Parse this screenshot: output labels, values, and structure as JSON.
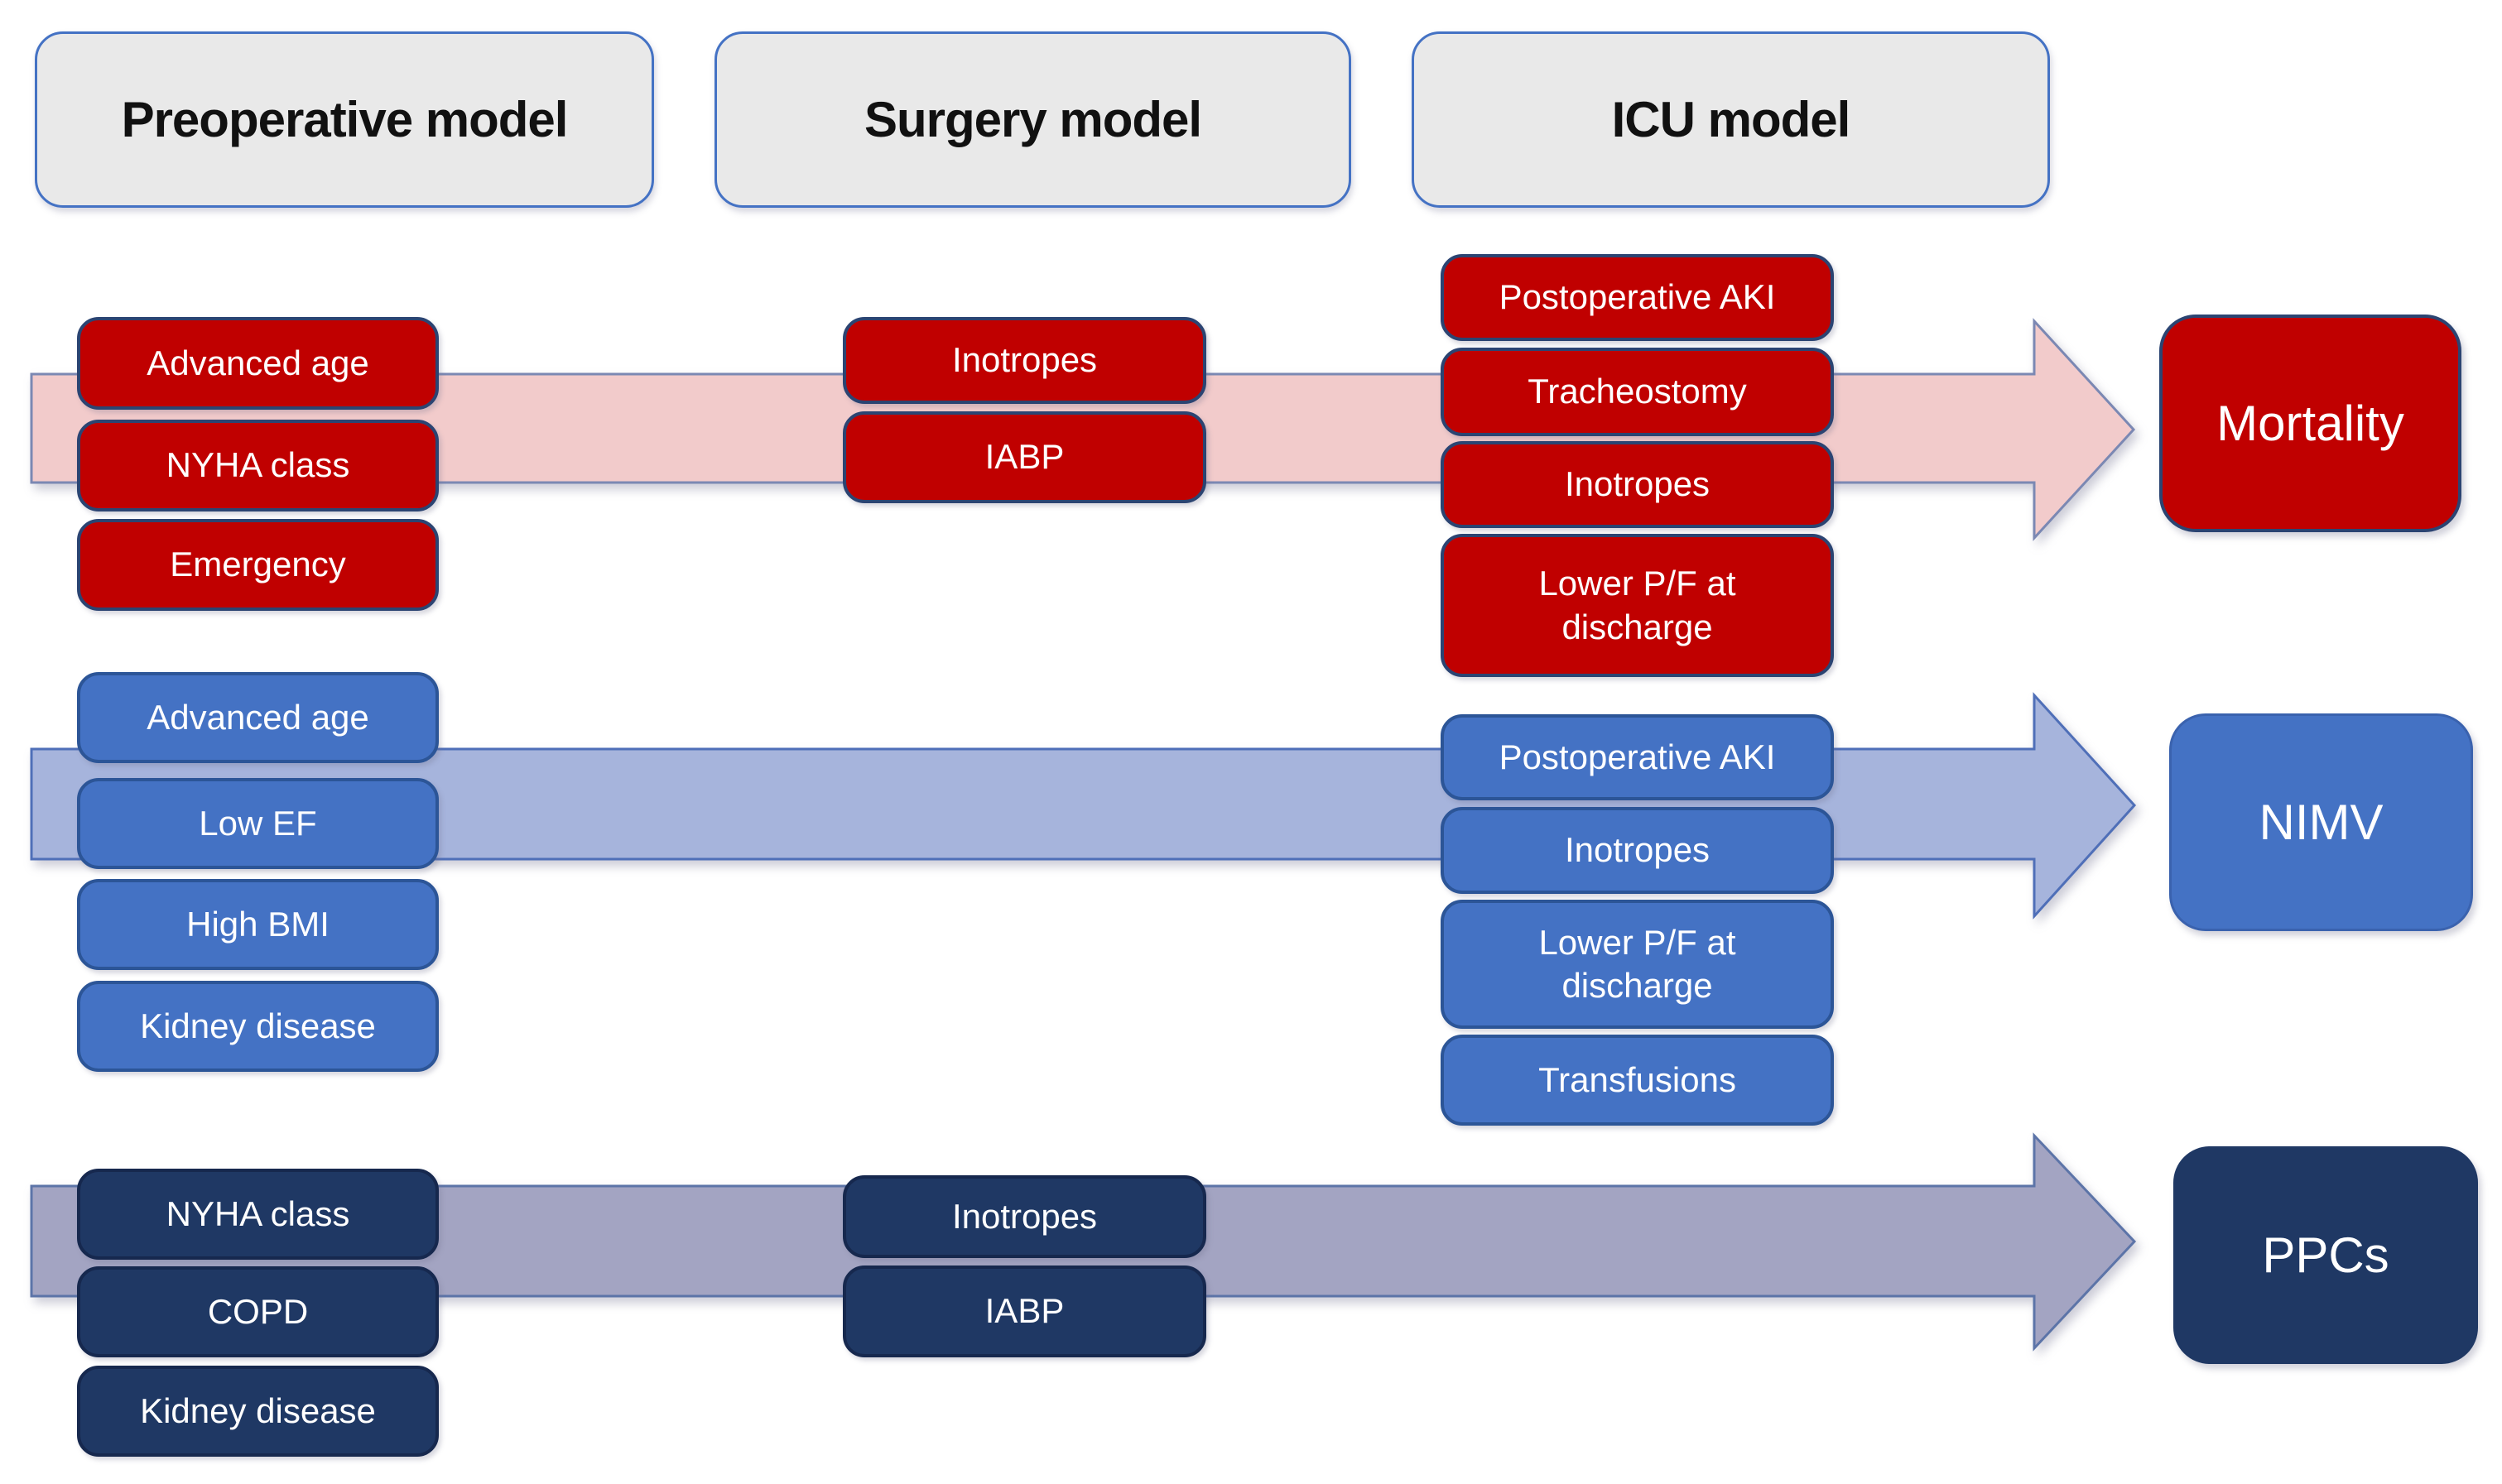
{
  "columns": [
    {
      "id": "preop",
      "label": "Preoperative model"
    },
    {
      "id": "surgery",
      "label": "Surgery model"
    },
    {
      "id": "icu",
      "label": "ICU model"
    }
  ],
  "rows": [
    {
      "id": "mortality",
      "outcome": "Mortality",
      "preop": [
        "Advanced age",
        "NYHA class",
        "Emergency"
      ],
      "surgery": [
        "Inotropes",
        "IABP"
      ],
      "icu": [
        "Postoperative AKI",
        "Tracheostomy",
        "Inotropes",
        "Lower P/F at discharge"
      ]
    },
    {
      "id": "nimv",
      "outcome": "NIMV",
      "preop": [
        "Advanced age",
        "Low EF",
        "High BMI",
        "Kidney disease"
      ],
      "surgery": [],
      "icu": [
        "Postoperative AKI",
        "Inotropes",
        "Lower P/F at discharge",
        "Transfusions"
      ]
    },
    {
      "id": "ppcs",
      "outcome": "PPCs",
      "preop": [
        "NYHA class",
        "COPD",
        "Kidney disease"
      ],
      "surgery": [
        "Inotropes",
        "IABP"
      ],
      "icu": []
    }
  ],
  "arrows": [
    {
      "id": "mortality-arrow",
      "fill": "#F2CBCB",
      "stroke": "#7B88B3"
    },
    {
      "id": "nimv-arrow",
      "fill": "#A6B4DC",
      "stroke": "#4F6FB8"
    },
    {
      "id": "ppcs-arrow",
      "fill": "#A3A4C2",
      "stroke": "#5C74A8"
    }
  ],
  "palette": {
    "box_red": "#C00000",
    "box_blue": "#4472C4",
    "box_navy": "#1F3864",
    "box_border": "#2B4472",
    "header_bg": "#E9E9E9",
    "header_border": "#4472C4",
    "text_on_dark": "#FFFFFF",
    "header_text": "#111111"
  }
}
